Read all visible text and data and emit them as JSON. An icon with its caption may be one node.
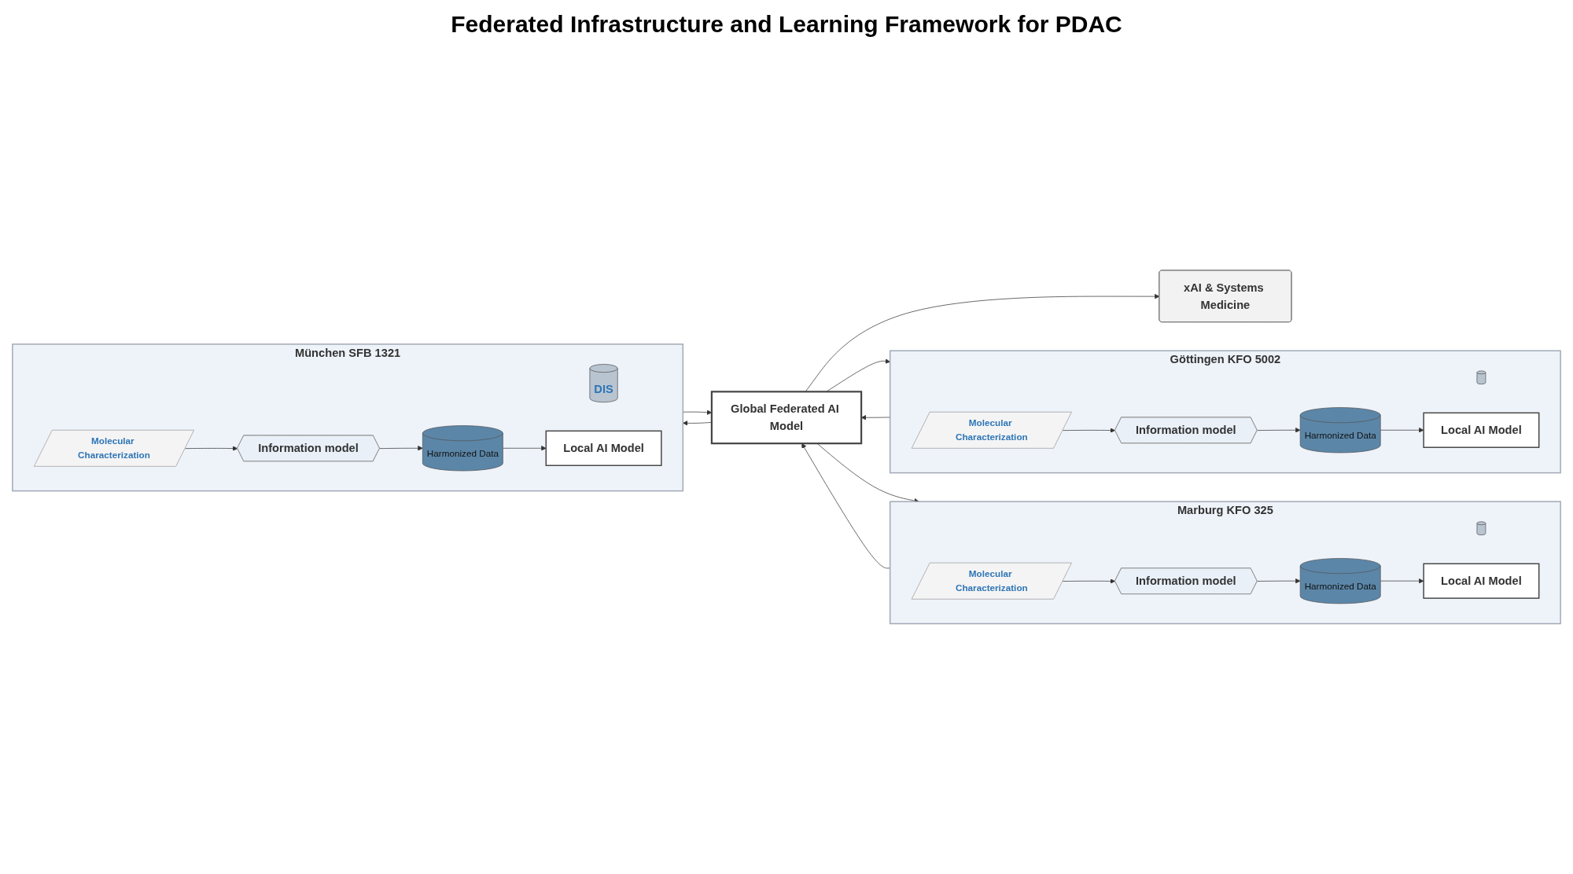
{
  "diagram": {
    "title": "Federated Infrastructure and Learning Framework for PDAC",
    "nodes": [
      {
        "text": [
          "Göttingen KFO 5002"
        ]
      },
      {
        "text": [],
        "shape": "cylinder",
        "in": 0
      },
      {
        "text": [
          "Molecular Characterization"
        ],
        "in": 0
      },
      {
        "text": [
          "Information model"
        ],
        "in": 0
      },
      {
        "text": [
          "Harmonized Data"
        ],
        "in": 0
      },
      {
        "text": [
          "Local AI Model"
        ],
        "in": 0
      },
      {
        "text": [
          "Marburg KFO 325"
        ]
      },
      {
        "text": [],
        "shape": "cylinder",
        "in": 6
      },
      {
        "text": [
          "Molecular Characterization"
        ],
        "in": 6
      },
      {
        "text": [
          "Information model"
        ],
        "in": 6
      },
      {
        "text": [
          "Harmonized Data"
        ],
        "in": 6
      },
      {
        "text": [
          "Local AI Model"
        ],
        "in": 6
      },
      {
        "text": [
          "München SFB 1321"
        ]
      },
      {
        "text": [
          "DIS"
        ],
        "in": 12
      },
      {
        "text": [
          "Molecular Characterization"
        ],
        "in": 12
      },
      {
        "text": [
          "Information model"
        ],
        "in": 12
      },
      {
        "text": [
          "Harmonized Data"
        ],
        "in": 12
      },
      {
        "text": [
          "Local AI Model"
        ],
        "in": 12
      },
      {
        "text": [
          "Global Federated AI Model"
        ]
      },
      {
        "text": [
          "xAI & Systems Medicine"
        ]
      }
    ],
    "edges": [
      {
        "from": 2,
        "to": 3,
        "arrow": "to"
      },
      {
        "from": 3,
        "to": 4,
        "arrow": "to"
      },
      {
        "from": 4,
        "to": 5,
        "arrow": "to"
      },
      {
        "from": 8,
        "to": 9,
        "arrow": "to"
      },
      {
        "from": 9,
        "to": 10,
        "arrow": "to"
      },
      {
        "from": 10,
        "to": 11,
        "arrow": "to"
      },
      {
        "from": 14,
        "to": 15,
        "arrow": "to"
      },
      {
        "from": 15,
        "to": 16,
        "arrow": "to"
      },
      {
        "from": 16,
        "to": 17,
        "arrow": "to"
      },
      {
        "from": 0,
        "to": 18,
        "arrow": "to"
      },
      {
        "from": 18,
        "to": 0,
        "arrow": "to"
      },
      {
        "from": 6,
        "to": 18,
        "arrow": "to"
      },
      {
        "from": 18,
        "to": 6,
        "arrow": "to"
      },
      {
        "from": 12,
        "to": 18,
        "arrow": "to"
      },
      {
        "from": 18,
        "to": 12,
        "arrow": "to"
      },
      {
        "from": 18,
        "to": 19,
        "arrow": "to"
      }
    ]
  }
}
